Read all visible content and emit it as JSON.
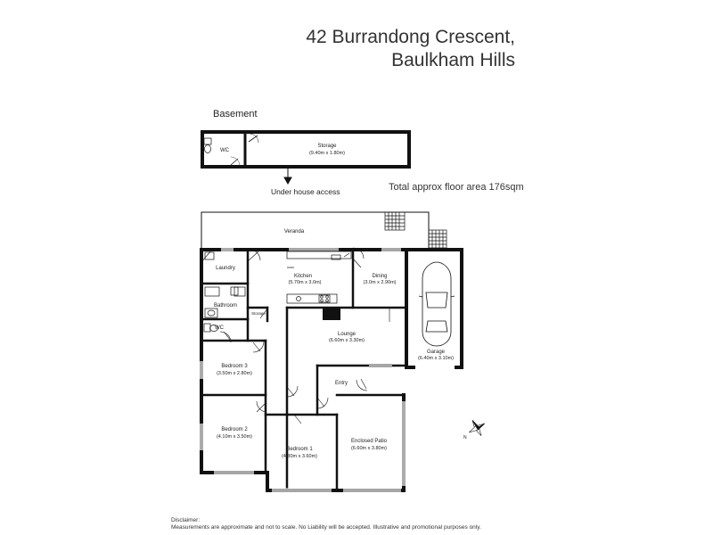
{
  "title": {
    "line1": "42 Burrandong Crescent,",
    "line2": "Baulkham Hills"
  },
  "basement_label": "Basement",
  "under_house_access": "Under house access",
  "total_area": "Total approx floor area 176sqm",
  "disclaimer": {
    "heading": "Disclaimer:",
    "text": "Measurements are approximate and not to scale. No Liability will be accepted. Illustrative and promotional purposes only."
  },
  "rooms": [
    {
      "key": "wc_basement",
      "name": "WC",
      "dims": ""
    },
    {
      "key": "storage",
      "name": "Storage",
      "dims": "(9.40m x 1.80m)"
    },
    {
      "key": "veranda",
      "name": "Veranda",
      "dims": ""
    },
    {
      "key": "laundry",
      "name": "Laundry",
      "dims": ""
    },
    {
      "key": "kitchen",
      "name": "Kitchen",
      "dims": "(5.70m x 3.0m)"
    },
    {
      "key": "dining",
      "name": "Dining",
      "dims": "(3.0m x 2.90m)"
    },
    {
      "key": "bathroom",
      "name": "Bathroom",
      "dims": ""
    },
    {
      "key": "storage_small",
      "name": "Storage",
      "dims": ""
    },
    {
      "key": "wc",
      "name": "WC",
      "dims": ""
    },
    {
      "key": "lounge",
      "name": "Lounge",
      "dims": "(6.60m x 3.30m)"
    },
    {
      "key": "garage",
      "name": "Garage",
      "dims": "(6.40m x 3.10m)"
    },
    {
      "key": "bedroom3",
      "name": "Bedroom 3",
      "dims": "(3.50m x 2.80m)"
    },
    {
      "key": "entry",
      "name": "Entry",
      "dims": ""
    },
    {
      "key": "bedroom2",
      "name": "Bedroom 2",
      "dims": "(4.10m x 3.50m)"
    },
    {
      "key": "bedroom1",
      "name": "Bedroom 1",
      "dims": "(4.30m x 3.60m)"
    },
    {
      "key": "enclosed_patio",
      "name": "Enclosed Patio",
      "dims": "(6.60m x 3.80m)"
    }
  ],
  "compass_letter": "N"
}
